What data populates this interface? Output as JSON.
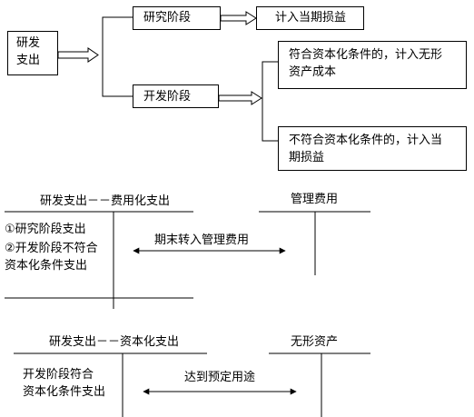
{
  "flow": {
    "root": "研发\n支出",
    "research": "研究阶段",
    "research_result": "计入当期损益",
    "development": "开发阶段",
    "dev_result_1": "符合资本化条件的，计入无形\n资产成本",
    "dev_result_2": "不符合资本化条件的，计入当\n期损益"
  },
  "t_accounts": {
    "expense": {
      "title": "研发支出－－费用化支出",
      "entry_1": "①研究阶段支出",
      "entry_2": "②开发阶段不符合\n资本化条件支出"
    },
    "admin": {
      "title": "管理费用"
    },
    "transfer_1": "期末转入管理费用",
    "capital": {
      "title": "研发支出－－资本化支出",
      "entry": "开发阶段符合\n资本化条件支出"
    },
    "intangible": {
      "title": "无形资产"
    },
    "transfer_2": "达到预定用途"
  }
}
